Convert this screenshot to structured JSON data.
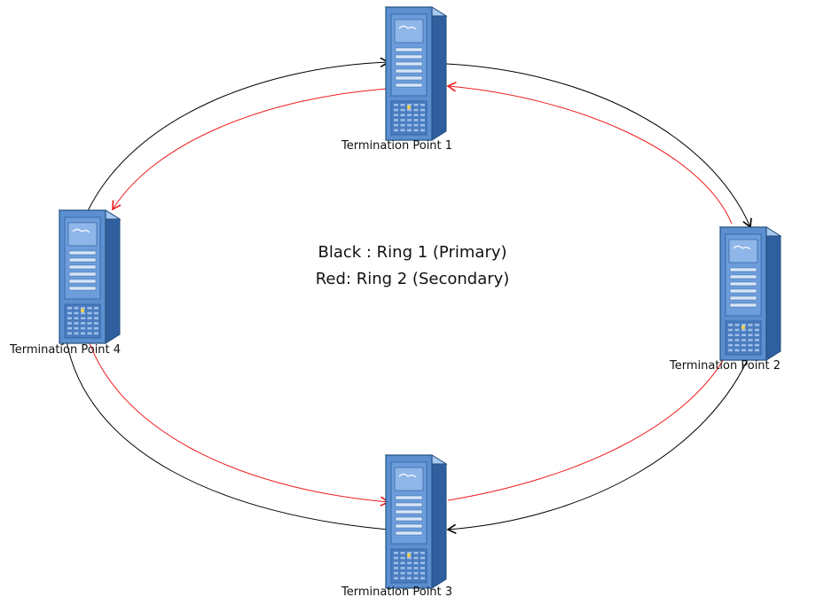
{
  "nodes": [
    {
      "id": "tp1",
      "label": "Termination Point 1"
    },
    {
      "id": "tp2",
      "label": "Termination Point 2"
    },
    {
      "id": "tp3",
      "label": "Termination Point 3"
    },
    {
      "id": "tp4",
      "label": "Termination Point 4"
    }
  ],
  "legend": {
    "line1": "Black : Ring 1 (Primary)",
    "line2": "Red: Ring 2 (Secondary)"
  },
  "rings": [
    {
      "color": "#000000",
      "direction": "clockwise",
      "sequence": [
        "tp1",
        "tp2",
        "tp3",
        "tp4"
      ]
    },
    {
      "color": "#ee1c1c",
      "direction": "counter-clockwise",
      "sequence": [
        "tp1",
        "tp4",
        "tp3",
        "tp2"
      ]
    }
  ],
  "colors": {
    "server_body": "#5b8fd0",
    "server_dark": "#2f5f9e",
    "server_light": "#a9c8ee",
    "ring_primary": "#000000",
    "ring_secondary": "#ee1c1c"
  },
  "icons": {
    "server": "server-tower-icon"
  }
}
